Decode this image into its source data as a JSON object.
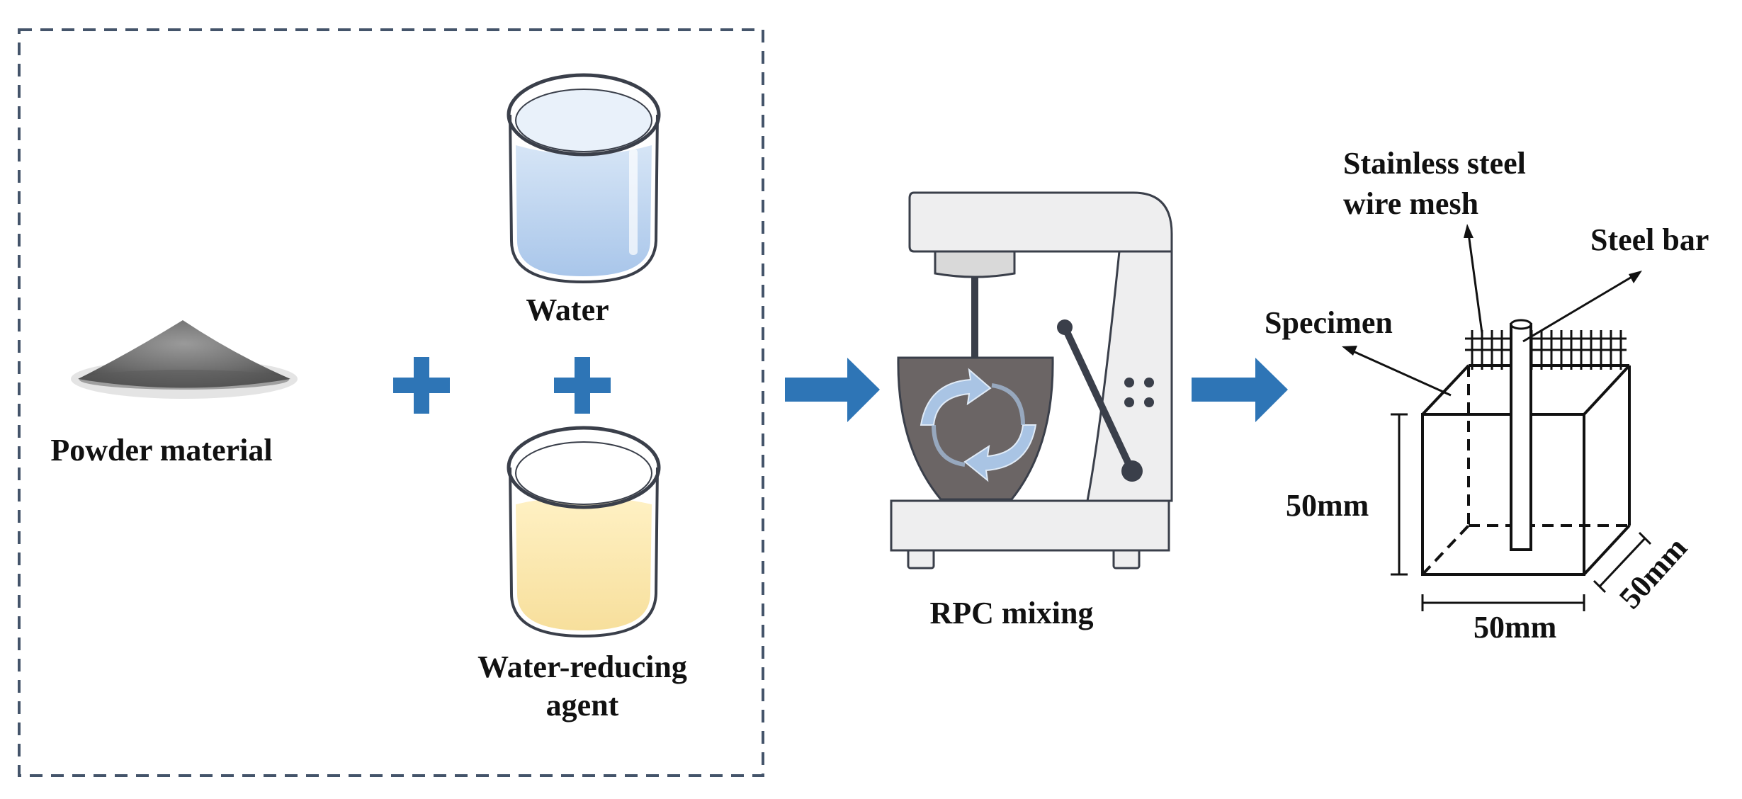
{
  "ingredients": {
    "powder_label": "Powder material",
    "water_label": "Water",
    "reducer_label_line1": "Water-reducing",
    "reducer_label_line2": "agent"
  },
  "mixer": {
    "label": "RPC mixing"
  },
  "specimen": {
    "specimen_label": "Specimen",
    "mesh_label_line1": "Stainless steel",
    "mesh_label_line2": "wire mesh",
    "bar_label": "Steel bar",
    "height_label": "50mm",
    "width_label": "50mm",
    "depth_label": "50mm"
  },
  "colors": {
    "accent": "#2e75b6",
    "border_dash": "#44546a",
    "outline": "#3a3f4a",
    "water": "#b8d2ee",
    "reducer": "#fbe6a8",
    "mixer_body": "#eeeeef",
    "bowl": "#6b6565"
  }
}
